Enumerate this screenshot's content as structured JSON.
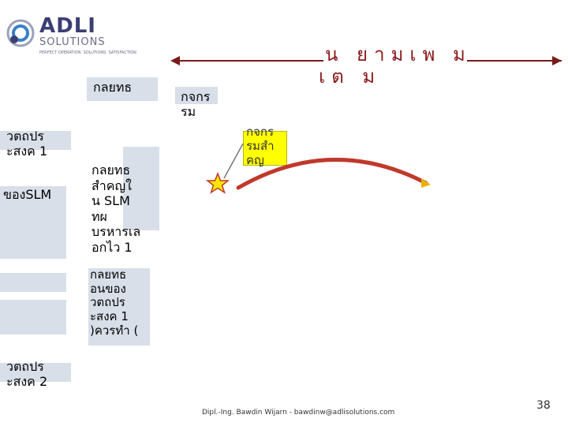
{
  "logo": {
    "name": "ADLI",
    "sub": "SOLUTIONS",
    "tagline": "PERFECT OPERATION. SOLUTIONS. SATISFACTION"
  },
  "title": {
    "line1_part1": "น ยามเพ",
    "line1_part2": "ม",
    "line2": "เต ม",
    "color": "#8b1a1a"
  },
  "labels": {
    "strategy_top": "กลยทธ",
    "activity_top": "กจกร\nรม",
    "objective1": "วตถปร\nะสงค 1",
    "of_slm": "ของSLM",
    "key_strategy": "กลยทธ\nสำคญใ\nน SLM\nทผ\nบรหารเล\nอกไว 1",
    "sub_strategy": "กลยทธ\nอนของ\nวตถปร\nะสงค 1\n)ควรทำ (",
    "objective2": "วตถปร\nะสงค 2",
    "key_activity": "กจกร\nรมสำ\nคญ"
  },
  "footer": {
    "credit": "Dipl.-Ing. Bawdin Wijarn - bawdinw@adlisolutions.com",
    "page_number": "38"
  },
  "colors": {
    "box_fill": "#d6dde8",
    "callout_fill": "#ffff00",
    "arc_color": "#c0392b",
    "star_fill": "#ffe600",
    "star_stroke": "#c0392b"
  }
}
